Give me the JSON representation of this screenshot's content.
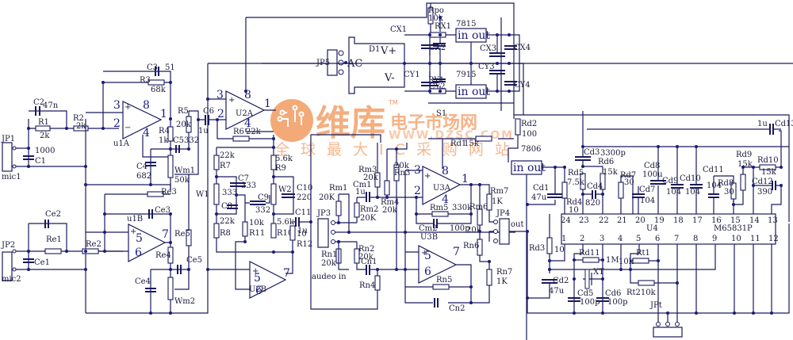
{
  "title": "M65831P karaoke echo / mic preamp circuit schematic",
  "colors": {
    "wire": "#1a1a5e",
    "junction": "#1a1a7a",
    "watermark": "#f29a60"
  },
  "watermark": {
    "brand": "维库",
    "tm": "TM",
    "slogan_cn": "电子市场网",
    "url": "WWW.DZSC.COM",
    "tagline": "全球最大IC采购网站"
  },
  "connectors": {
    "jp1": {
      "ref": "JP1",
      "name": "mic1"
    },
    "jp2": {
      "ref": "JP2",
      "name": "mic2"
    },
    "jp3": {
      "ref": "JP3",
      "name": "audeo in"
    },
    "jp4": {
      "ref": "JP4",
      "name": "out"
    },
    "jp5": {
      "ref": "JP5",
      "name": "AC"
    },
    "jpt": {
      "ref": "JPt"
    }
  },
  "opamps": {
    "u1a": {
      "ref": "u1A",
      "pins": [
        "3",
        "2",
        "8",
        "1",
        "4"
      ]
    },
    "u1b": {
      "ref": "u1B",
      "pins": [
        "5",
        "6",
        "7"
      ]
    },
    "u2a": {
      "ref": "U2A",
      "pins": [
        "3",
        "2",
        "8",
        "1",
        "4"
      ]
    },
    "u2b": {
      "ref": "U2B",
      "pins": [
        "5",
        "6",
        "7"
      ]
    },
    "u3a": {
      "ref": "U3A",
      "pins": [
        "3",
        "2",
        "8",
        "1",
        "4"
      ]
    },
    "u3b": {
      "ref": "U3B",
      "pins": [
        "5",
        "6",
        "7"
      ]
    }
  },
  "power": {
    "d1": {
      "ref": "D1",
      "vplus": "V+",
      "vminus": "V-"
    },
    "reg_pos": {
      "ref": "7815",
      "label": "in out"
    },
    "reg_neg": {
      "ref": "7915",
      "label": "in out"
    },
    "reg_6v": {
      "ref": "7806",
      "label": "in out"
    },
    "rpo": {
      "ref": "Rpo",
      "value": "10k"
    },
    "rx1": "RX1",
    "ry1": "RY1",
    "cx1": "CX1",
    "cx2": "CX2",
    "cx3": "CX3",
    "cx4": "CX4",
    "cy1": "CY1",
    "cy2": "CY2",
    "cy3": "CY3",
    "cy4": "CY4",
    "s1": "S1"
  },
  "mic1_stage": {
    "c2": {
      "ref": "C2",
      "value": "47n"
    },
    "r1": {
      "ref": "R1",
      "value": "2k"
    },
    "r2": {
      "ref": "R2",
      "value": "2k"
    },
    "c1": {
      "ref": "C1",
      "value": "1000"
    },
    "c3": {
      "ref": "C3",
      "value": "51"
    },
    "r3": {
      "ref": "R3",
      "value": "68k"
    },
    "r4": {
      "ref": "R4",
      "value": "1k"
    },
    "r5": {
      "ref": "R5",
      "value": "20k"
    },
    "c5": {
      "ref": "C5",
      "value": "332"
    },
    "c4": {
      "ref": "C4",
      "value": "682"
    },
    "wm1": {
      "ref": "Wm1",
      "value": "50k"
    },
    "c6": {
      "ref": "C6",
      "value": "1u"
    },
    "r6": {
      "ref": "R6",
      "value": "22k"
    }
  },
  "mic2_stage": {
    "ce1": "Ce1",
    "ce2": "Ce2",
    "ce3": "Ce3",
    "ce4": "Ce4",
    "ce5": "Ce5",
    "re1": "Re1",
    "re2": "Re2",
    "re3": "Re3",
    "re4": "Re4",
    "re5": "Re5",
    "wm2": "Wm2",
    "w1": "W1"
  },
  "tone_stage": {
    "r7": {
      "ref": "R7",
      "value": "22k"
    },
    "r8": {
      "ref": "R8",
      "value": "22k"
    },
    "r9": {
      "ref": "R9",
      "value": "5.6k"
    },
    "r10": {
      "ref": "R10",
      "value": "5.6k"
    },
    "r11": {
      "ref": "R11",
      "value": "10k"
    },
    "r12": {
      "ref": "R12",
      "value": "10"
    },
    "c7": {
      "ref": "C7",
      "value": "333"
    },
    "c8": {
      "ref": "C8",
      "value": "333"
    },
    "c9": {
      "ref": "C9",
      "value": "332"
    },
    "c10": {
      "ref": "C10",
      "value": "220"
    },
    "c11": {
      "ref": "C11",
      "value": "1u"
    },
    "w2": {
      "ref": "W2"
    }
  },
  "mixer_stage": {
    "rm1": {
      "ref": "Rm1",
      "value": "20K"
    },
    "rm2": {
      "ref": "Rm2",
      "value": "20K"
    },
    "rm3": {
      "ref": "Rm3",
      "value": "20k"
    },
    "rm4": {
      "ref": "Rm4",
      "value": "20k"
    },
    "rm5": {
      "ref": "Rm5",
      "value": "330k"
    },
    "rm6": {
      "ref": "Rm6",
      "value": "20k"
    },
    "rm7": {
      "ref": "Rm7",
      "value": "1K"
    },
    "cm1": {
      "ref": "Cm1",
      "value": "1u"
    },
    "cm2": {
      "ref": "Cm2",
      "value": "100p"
    },
    "rn1": {
      "ref": "Rn1",
      "value": "20k"
    },
    "rn2": {
      "ref": "Rn2",
      "value": "20k"
    },
    "rn3": {
      "ref": "Rn3",
      "value": "20k"
    },
    "rn4": {
      "ref": "Rn4"
    },
    "rn5": {
      "ref": "Rn5"
    },
    "rn6": {
      "ref": "Rn6"
    },
    "rn7": {
      "ref": "Rn7",
      "value": "1K"
    },
    "cn1": {
      "ref": "Cn1"
    },
    "cn2": {
      "ref": "Cn2"
    }
  },
  "echo_stage": {
    "ic": {
      "ref": "U4",
      "part": "M65831P",
      "top_pins": [
        "24",
        "23",
        "22",
        "21",
        "20",
        "19",
        "18",
        "17",
        "16",
        "15",
        "14",
        "13"
      ],
      "bottom_pins": [
        "1",
        "2",
        "3",
        "4",
        "5",
        "6",
        "7",
        "8",
        "9",
        "10",
        "11",
        "12"
      ]
    },
    "rd1": {
      "ref": "Rd1",
      "value": "15k"
    },
    "rd2": {
      "ref": "Rd2",
      "value": "100"
    },
    "rd3": {
      "ref": "Rd3",
      "value": "10"
    },
    "rd4": {
      "ref": "Rd4",
      "value": "10"
    },
    "rd5": {
      "ref": "Rd5",
      "value": "7.5k"
    },
    "rd6": {
      "ref": "Rd6",
      "value": "15k"
    },
    "rd7": {
      "ref": "Rd7",
      "value": "30"
    },
    "rd8": {
      "ref": "Rd8",
      "value": "30"
    },
    "rd9": {
      "ref": "Rd9",
      "value": "15k"
    },
    "rd10": {
      "ref": "Rd10",
      "value": "15k"
    },
    "rd11": {
      "ref": "Rd11",
      "value": "1M"
    },
    "cd1": {
      "ref": "Cd1",
      "value": "47u"
    },
    "cd2": {
      "ref": "Cd2",
      "value": "47u"
    },
    "cd3": {
      "ref": "Cd3",
      "value": "3300p"
    },
    "cd4": {
      "ref": "Cd4",
      "value": "820"
    },
    "cd5": {
      "ref": "Cd5",
      "value": "100p"
    },
    "cd6": {
      "ref": "Cd6",
      "value": "100p"
    },
    "cd7": {
      "ref": "Cd7",
      "value": "104"
    },
    "cd8": {
      "ref": "Cd8",
      "value": "100u"
    },
    "cd9": {
      "ref": "Cd9",
      "value": "104"
    },
    "cd10": {
      "ref": "Cd10",
      "value": "104"
    },
    "cd11": {
      "ref": "Cd11",
      "value": "104"
    },
    "cd12": {
      "ref": "Cd12",
      "value": "390"
    },
    "cd13": {
      "ref": "Cd13",
      "value": "1u"
    },
    "rt1": {
      "ref": "Rt1",
      "value": "10k"
    },
    "rt2": {
      "ref": "Rt2",
      "value": "10k",
      "combined": "Rt210k"
    },
    "xt": "XT"
  }
}
